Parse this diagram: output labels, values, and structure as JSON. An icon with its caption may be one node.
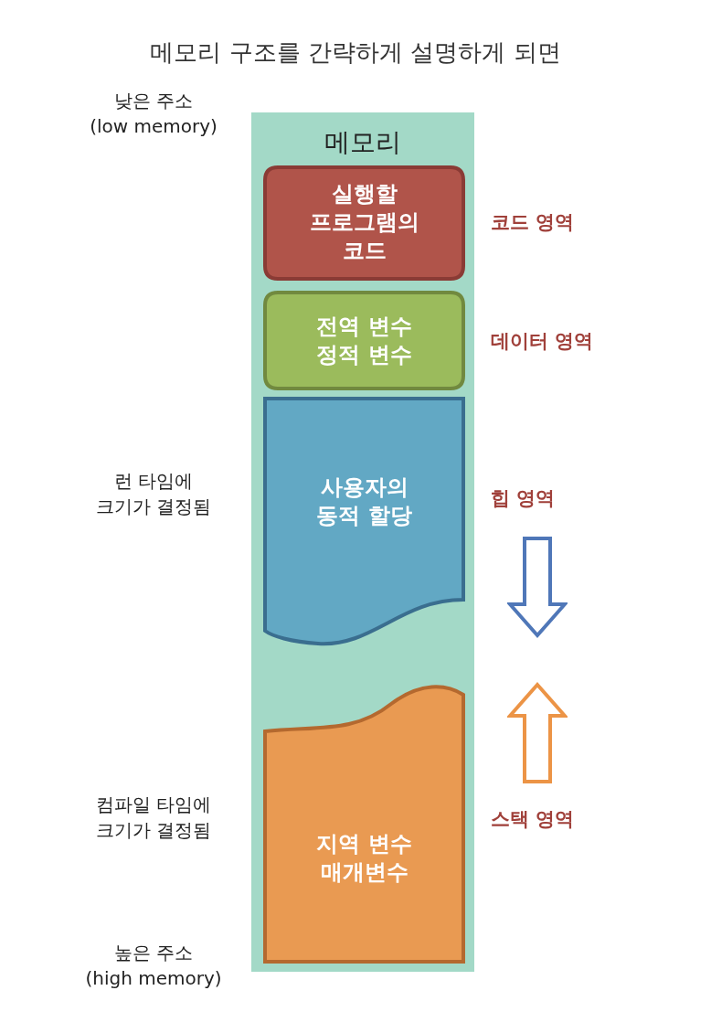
{
  "diagram": {
    "title": "메모리 구조를 간략하게 설명하게 되면",
    "nodes": [
      {
        "text": [
          "메모리"
        ]
      },
      {
        "text": [
          "실행할 프로그램의 코드"
        ],
        "in": 0,
        "beside": [
          "코드 영역"
        ]
      },
      {
        "text": [
          "전역 변수 정적 변수"
        ],
        "in": 0,
        "beside": [
          "데이터 영역"
        ]
      },
      {
        "text": [
          "사용자의 동적 할당"
        ],
        "in": 0,
        "beside": [
          "힙 영역"
        ]
      },
      {
        "text": [
          "지역 변수 매개변수"
        ],
        "in": 0,
        "beside": [
          "스택 영역"
        ]
      }
    ],
    "edges": [],
    "labels": [
      "낮은 주소 (low memory)",
      "런 타임에 크기가 결정됨",
      "컴파일 타임에 크기가 결정됨",
      "높은 주소 (high memory)"
    ]
  }
}
